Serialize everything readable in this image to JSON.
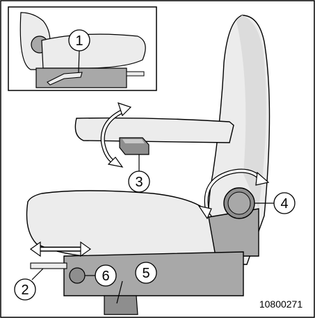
{
  "colors": {
    "seat_fill": "#ececec",
    "seat_shadow": "#c8c8c8",
    "frame_fill": "#a8a8a8",
    "dark": "#7a7a7a",
    "stroke": "#000000",
    "background": "#ffffff"
  },
  "callouts": [
    {
      "id": "1",
      "label": "1"
    },
    {
      "id": "2",
      "label": "2"
    },
    {
      "id": "3",
      "label": "3"
    },
    {
      "id": "4",
      "label": "4"
    },
    {
      "id": "5",
      "label": "5"
    },
    {
      "id": "6",
      "label": "6"
    }
  ],
  "figure_id": "10800271"
}
